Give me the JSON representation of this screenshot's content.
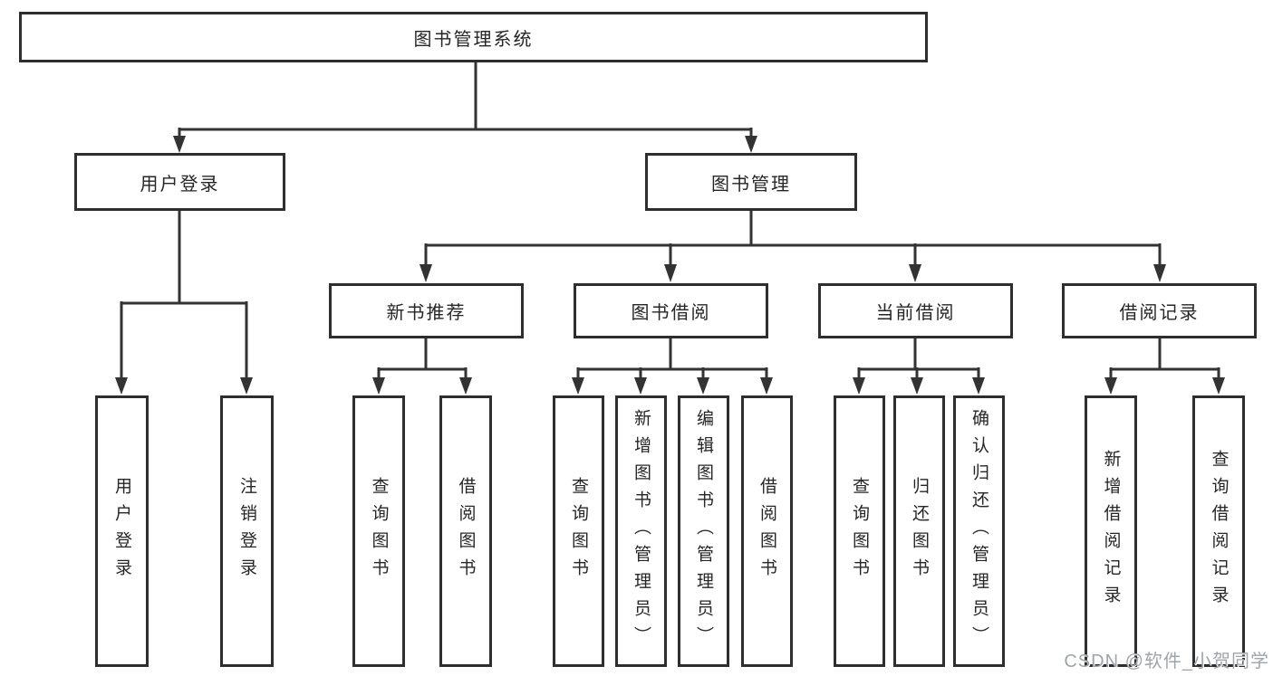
{
  "tree": {
    "root": {
      "label": "图书管理系统"
    },
    "user_login": {
      "label": "用户登录",
      "children": {
        "login": {
          "label": "用户登录"
        },
        "logout": {
          "label": "注销登录"
        }
      }
    },
    "book_mgmt": {
      "label": "图书管理",
      "children": {
        "new_rec": {
          "label": "新书推荐",
          "children": {
            "query": {
              "label": "查询图书"
            },
            "borrow": {
              "label": "借阅图书"
            }
          }
        },
        "borrow": {
          "label": "图书借阅",
          "children": {
            "query": {
              "label": "查询图书"
            },
            "add": {
              "label": "新增图书（管理员）"
            },
            "edit": {
              "label": "编辑图书（管理员）"
            },
            "borrow": {
              "label": "借阅图书"
            }
          }
        },
        "current": {
          "label": "当前借阅",
          "children": {
            "query": {
              "label": "查询图书"
            },
            "return": {
              "label": "归还图书"
            },
            "confirm": {
              "label": "确认归还（管理员）"
            }
          }
        },
        "records": {
          "label": "借阅记录",
          "children": {
            "add": {
              "label": "新增借阅记录"
            },
            "query": {
              "label": "查询借阅记录"
            }
          }
        }
      }
    }
  },
  "watermark": {
    "text": "CSDN @软件_小贺同学"
  },
  "colors": {
    "line": "#333333",
    "box_border": "#2e2e2e",
    "box_fill": "#ffffff",
    "text": "#262626",
    "watermark_text": "#9fa5ab",
    "background": "#ffffff"
  }
}
